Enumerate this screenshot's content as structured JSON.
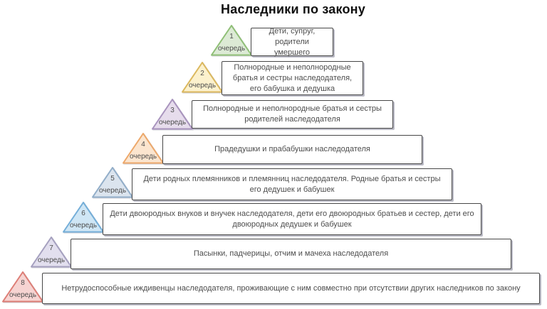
{
  "title": "Наследники по закону",
  "levels": [
    {
      "number": "1",
      "label": "очередь",
      "text": "Дети, супруг, родители умершего",
      "fill": "#dcead5",
      "stroke": "#8fbf76"
    },
    {
      "number": "2",
      "label": "очередь",
      "text": "Полнородные и неполнородные братья и сестры наследодателя, его бабушка и дедушка",
      "fill": "#fcf1cd",
      "stroke": "#dbb85e"
    },
    {
      "number": "3",
      "label": "очередь",
      "text": "Полнородные и неполнородные братья и сестры родителей наследодателя",
      "fill": "#e6dcec",
      "stroke": "#a893bd"
    },
    {
      "number": "4",
      "label": "очередь",
      "text": "Прадедушки и прабабушки наследодателя",
      "fill": "#fbe5cf",
      "stroke": "#eda86a"
    },
    {
      "number": "5",
      "label": "очередь",
      "text": "Дети родных племянников и племянниц наследодателя. Родные братья и сестры его дедушек и бабушек",
      "fill": "#dbe4ee",
      "stroke": "#92aec9"
    },
    {
      "number": "6",
      "label": "очередь",
      "text": "Дети двоюродных внуков и внучек наследодателя, дети его двоюродных братьев и сестер, дети его двоюродных дедушек и бабушек",
      "fill": "#cfe6f5",
      "stroke": "#74aed8"
    },
    {
      "number": "7",
      "label": "очередь",
      "text": "Пасынки, падчерицы, отчим и мачеха наследодателя",
      "fill": "#e2dfee",
      "stroke": "#a5a0bf"
    },
    {
      "number": "8",
      "label": "очередь",
      "text": "Нетрудоспособные иждивенцы наследодателя, проживающие с ним совместно при отсутствии других наследников по закону",
      "fill": "#f6d4d2",
      "stroke": "#dd7e76"
    }
  ]
}
